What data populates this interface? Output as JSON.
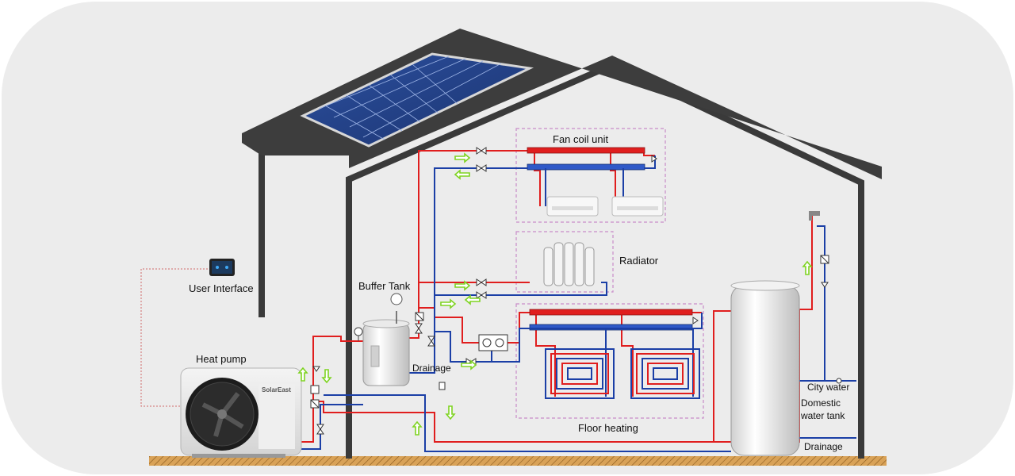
{
  "labels": {
    "fan_coil_unit": "Fan coil unit",
    "radiator": "Radiator",
    "user_interface": "User Interface",
    "buffer_tank": "Buffer Tank",
    "heat_pump": "Heat pump",
    "drainage_buffer": "Drainage",
    "floor_heating": "Floor heating",
    "city_water": "City water",
    "domestic_water_tank_line1": "Domestic",
    "domestic_water_tank_line2": "water tank",
    "drainage_tank": "Drainage",
    "brand": "SolarEast"
  },
  "colors": {
    "background_panel": "#ececec",
    "house_outline": "#3a3a3a",
    "roof": "#3d3d3d",
    "hot_pipe": "#e01e1e",
    "cold_pipe": "#1b3fa6",
    "flow_arrow": "#7ed321",
    "dashed_box": "#c98bc9",
    "ground": "#c8903c"
  }
}
